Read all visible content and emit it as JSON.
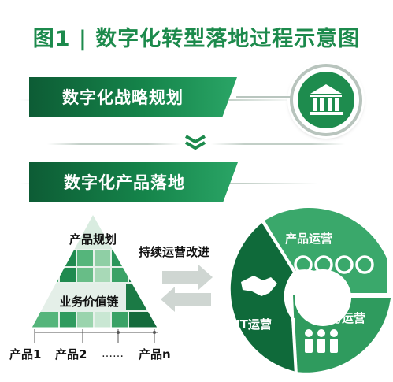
{
  "title": "图1 | 数字化转型落地过程示意图",
  "banners": {
    "strategy": "数字化战略规划",
    "product": "数字化产品落地"
  },
  "pyramid": {
    "title": "产品规划",
    "chain": "业务价值链",
    "products": [
      "产品1",
      "产品2",
      "产品n"
    ],
    "ellipsis": "……"
  },
  "arrows_label": "持续运营改进",
  "cycle": {
    "top": "产品运营",
    "right": "业务运营",
    "left": "IT运营"
  },
  "colors": {
    "brand_green": "#1c8a4c",
    "dark_green": "#0d5c35",
    "light_green": "#3aa86b"
  },
  "icons": [
    "building-icon",
    "handshake-icon",
    "gears-icon",
    "people-icon",
    "double-chevron-down-icon",
    "double-arrow-icon"
  ]
}
